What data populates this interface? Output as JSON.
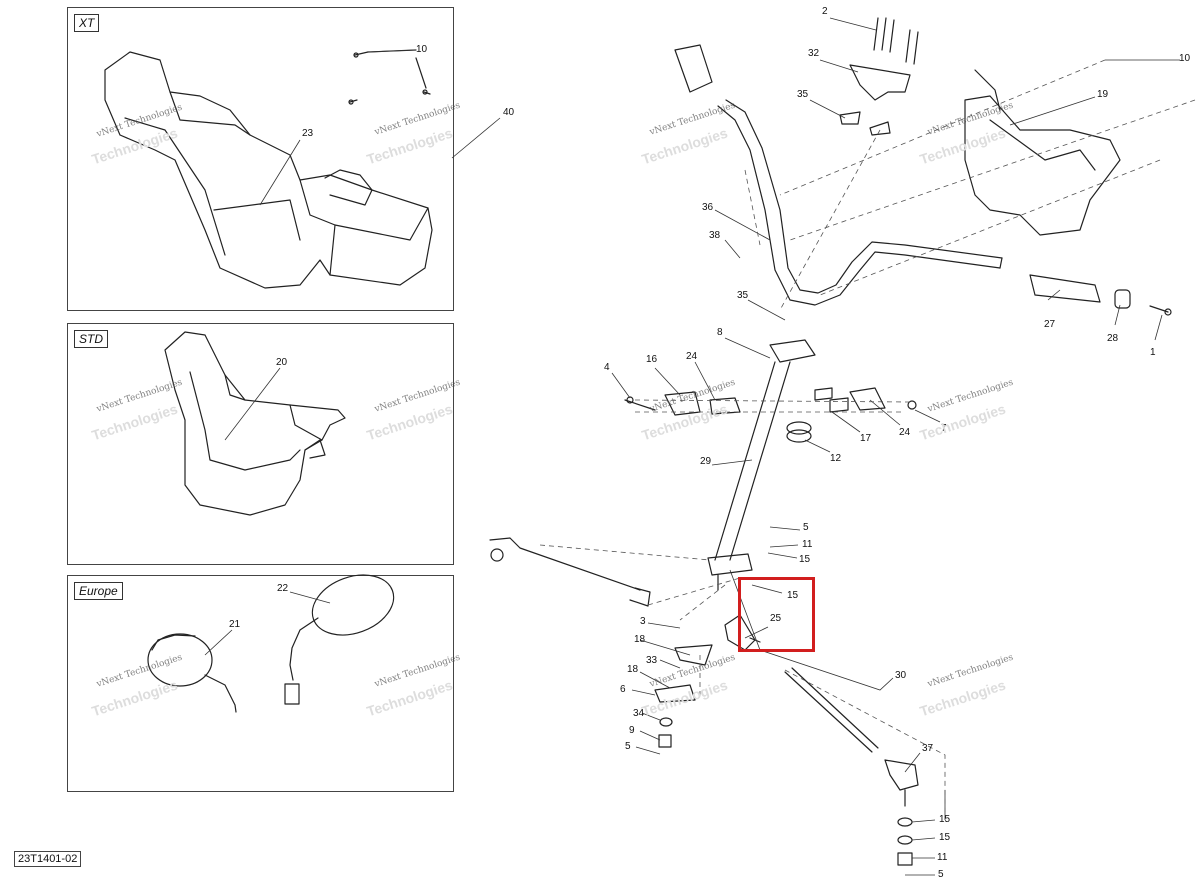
{
  "document_id": "23T1401-02",
  "panels": {
    "xt": {
      "tag": "XT",
      "callouts": [
        "10",
        "23"
      ]
    },
    "std": {
      "tag": "STD",
      "callouts": [
        "20"
      ]
    },
    "europe": {
      "tag": "Europe",
      "callouts": [
        "22",
        "21"
      ]
    }
  },
  "panel_group_callout": "40",
  "watermark": {
    "line1": "vNext Technologies",
    "line2": "Technologies"
  },
  "callouts": [
    "2",
    "32",
    "35",
    "36",
    "38",
    "35",
    "8",
    "4",
    "16",
    "24",
    "17",
    "24",
    "7",
    "12",
    "29",
    "5",
    "11",
    "15",
    "15",
    "25",
    "3",
    "18",
    "33",
    "18",
    "6",
    "34",
    "9",
    "5",
    "30",
    "37",
    "15",
    "15",
    "11",
    "5",
    "10",
    "19",
    "27",
    "28",
    "1"
  ],
  "highlight": {
    "color": "#d21e1e",
    "contains": [
      "15",
      "25"
    ]
  }
}
